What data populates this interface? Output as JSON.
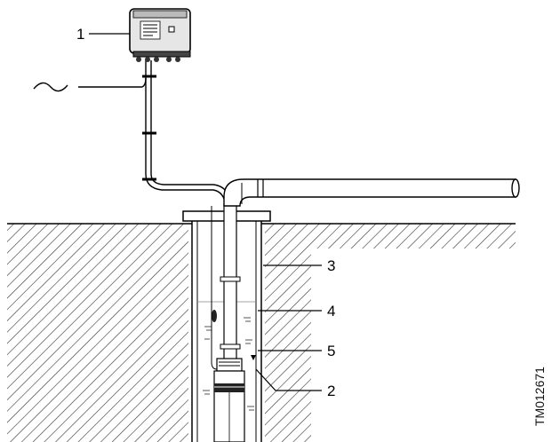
{
  "callouts": {
    "c1": "1",
    "c2": "2",
    "c3": "3",
    "c4": "4",
    "c5": "5"
  },
  "mains_symbol": "~",
  "drawing_code": "TM012671",
  "colors": {
    "line": "#000000",
    "hatch": "#333333",
    "water": "#555555",
    "pipe_fill": "#ffffff",
    "box_fill": "#e6e6e6"
  }
}
